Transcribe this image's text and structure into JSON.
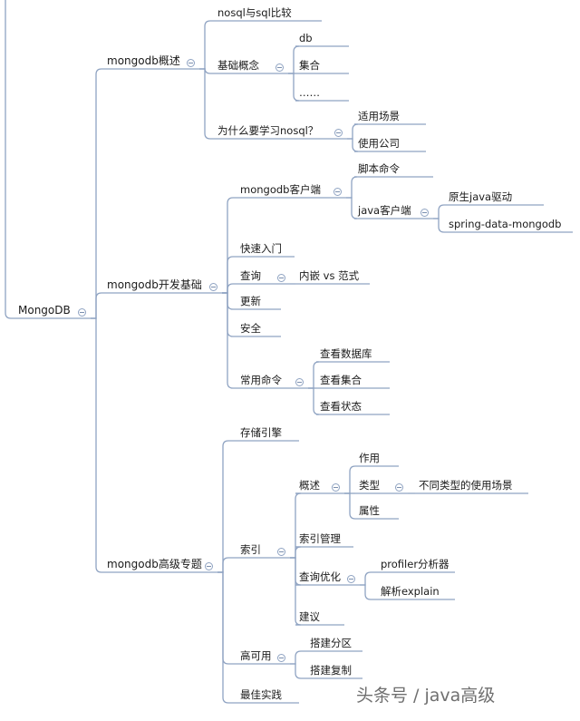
{
  "mindmap": {
    "root": "MongoDB",
    "branches": [
      {
        "label": "mongodb概述",
        "children": [
          {
            "label": "nosql与sql比较"
          },
          {
            "label": "基础概念",
            "children": [
              {
                "label": "db"
              },
              {
                "label": "集合"
              },
              {
                "label": "……"
              }
            ]
          },
          {
            "label": "为什么要学习nosql？",
            "children": [
              {
                "label": "适用场景"
              },
              {
                "label": "使用公司"
              }
            ]
          }
        ]
      },
      {
        "label": "mongodb开发基础",
        "children": [
          {
            "label": "mongodb客户端",
            "children": [
              {
                "label": "脚本命令"
              },
              {
                "label": "java客户端",
                "children": [
                  {
                    "label": "原生java驱动"
                  },
                  {
                    "label": "spring-data-mongodb"
                  }
                ]
              }
            ]
          },
          {
            "label": "快速入门"
          },
          {
            "label": "查询",
            "children": [
              {
                "label": "内嵌 vs 范式"
              }
            ]
          },
          {
            "label": "更新"
          },
          {
            "label": "安全"
          },
          {
            "label": "常用命令",
            "children": [
              {
                "label": "查看数据库"
              },
              {
                "label": "查看集合"
              },
              {
                "label": "查看状态"
              }
            ]
          }
        ]
      },
      {
        "label": "mongodb高级专题",
        "children": [
          {
            "label": "存储引擎"
          },
          {
            "label": "索引",
            "children": [
              {
                "label": "概述",
                "children": [
                  {
                    "label": "作用"
                  },
                  {
                    "label": "类型",
                    "children": [
                      {
                        "label": "不同类型的使用场景"
                      }
                    ]
                  },
                  {
                    "label": "属性"
                  }
                ]
              },
              {
                "label": "索引管理"
              },
              {
                "label": "查询优化",
                "children": [
                  {
                    "label": "profiler分析器"
                  },
                  {
                    "label": "解析explain"
                  }
                ]
              },
              {
                "label": "建议"
              }
            ]
          },
          {
            "label": "高可用",
            "children": [
              {
                "label": "搭建分区"
              },
              {
                "label": "搭建复制"
              }
            ]
          },
          {
            "label": "最佳实践"
          }
        ]
      }
    ]
  },
  "watermark": "头条号 / java高级",
  "colors": {
    "line": "#8fa3c2",
    "text": "#1a1a1a",
    "watermark": "#6f6f6f"
  }
}
